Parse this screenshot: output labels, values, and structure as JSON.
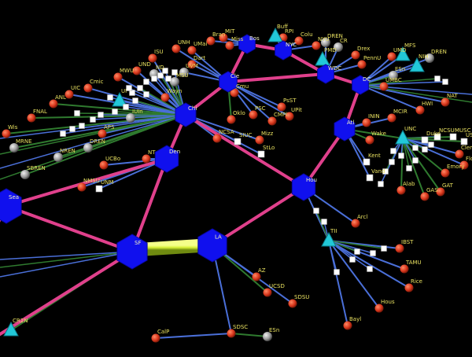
{
  "colors": {
    "background": "#000000",
    "backbone": "#e0408c",
    "spoke_blue": "#4a6fd8",
    "spoke_green": "#2f7a2f",
    "fat_link": "#d9f23a",
    "hub": "#1010ee",
    "router": "#d8361c",
    "switch": "#ffffff",
    "gray_node": "#9a9a9a",
    "gateway": "#22c8d8",
    "label": "#e8e060"
  },
  "hubs": [
    {
      "id": "sea",
      "label": "Sea"
    },
    {
      "id": "sf",
      "label": "SF"
    },
    {
      "id": "la",
      "label": "LA"
    },
    {
      "id": "den",
      "label": "Den"
    },
    {
      "id": "chi",
      "label": "Chi"
    },
    {
      "id": "cle",
      "label": "Cle"
    },
    {
      "id": "bos",
      "label": "Bos"
    },
    {
      "id": "nyc",
      "label": "NYC"
    },
    {
      "id": "wdc",
      "label": "WDC"
    },
    {
      "id": "dc",
      "label": "DC"
    },
    {
      "id": "atl",
      "label": "Atl"
    },
    {
      "id": "hou",
      "label": "Hou"
    }
  ],
  "labels": {
    "sea": "Sea",
    "sf": "SF",
    "la": "LA",
    "den": "Den",
    "chi": "Chi",
    "cle": "Cle",
    "bos": "Bos",
    "nyc": "NYC",
    "wdc": "WDC",
    "dc": "DC",
    "atl": "Atl",
    "hou": "Hou",
    "az": "AZ",
    "ucsd": "UCSD",
    "sdsu": "SDSU",
    "sdsc": "SDSC",
    "esn_sd": "ESn",
    "calp": "CalP",
    "cr2n": "CR2N",
    "tii": "TII",
    "ibst": "IBST",
    "tamu": "TAMU",
    "rice": "Rice",
    "hous": "Hous",
    "bayl": "Bayl",
    "arcl": "Arcl",
    "nt": "NT",
    "ucbo": "UCBo",
    "nmsu": "NMSU",
    "unm": "UNM",
    "ncsa": "NCSA",
    "siuc": "SIUC",
    "stlo": "StLo",
    "mizz": "Mizz",
    "oklo": "Oklo",
    "psc": "PSC",
    "pssct": "PsST",
    "cmpl": "CMPl",
    "upit": "UPit",
    "cmu": "Cmu",
    "inin": "ININ",
    "mcin": "MCIR",
    "wake": "Wake",
    "unc": "UNC",
    "duke": "Duke",
    "ncsu": "NCSU",
    "musc": "MUSC",
    "usc": "USC",
    "clem": "Clem",
    "flor": "Flor",
    "emory": "Emory",
    "gat": "GAT",
    "gas": "GAS",
    "alab": "Alab",
    "kent": "Kent",
    "vand": "Vand",
    "umbc": "UMBC",
    "esn_dc": "ESn",
    "hwi": "HWI",
    "nat": "NAT",
    "umd": "UMD",
    "mfs": "MFS",
    "dren_dc": "DREN",
    "nih": "NIH",
    "dren_ny": "DREN",
    "drex": "Drex",
    "cr": "CR",
    "nyu": "NYU",
    "psu": "PennU",
    "pmd": "PMD",
    "colu": "Colu",
    "rpi": "RPI",
    "mit": "MIT",
    "miss": "Miss",
    "bran": "Bran",
    "buff": "Buff",
    "unh": "UNH",
    "uma": "UMai",
    "dart": "Dart",
    "uvm": "UVM",
    "wayn": "Wayn",
    "msu": "MSU",
    "mwu": "MWU",
    "und": "UND",
    "isu": "ISU",
    "nd": "ND",
    "ui": "UI",
    "uic": "UIC",
    "anl": "ANL",
    "fnal": "FNAL",
    "cmic": "Cmic",
    "iuin": "IUIn",
    "dren_chi": "DREN",
    "mrne": "MRNE",
    "sbren": "SBREN",
    "wis": "Wis",
    "nren": "NREN",
    "aps": "APS"
  }
}
